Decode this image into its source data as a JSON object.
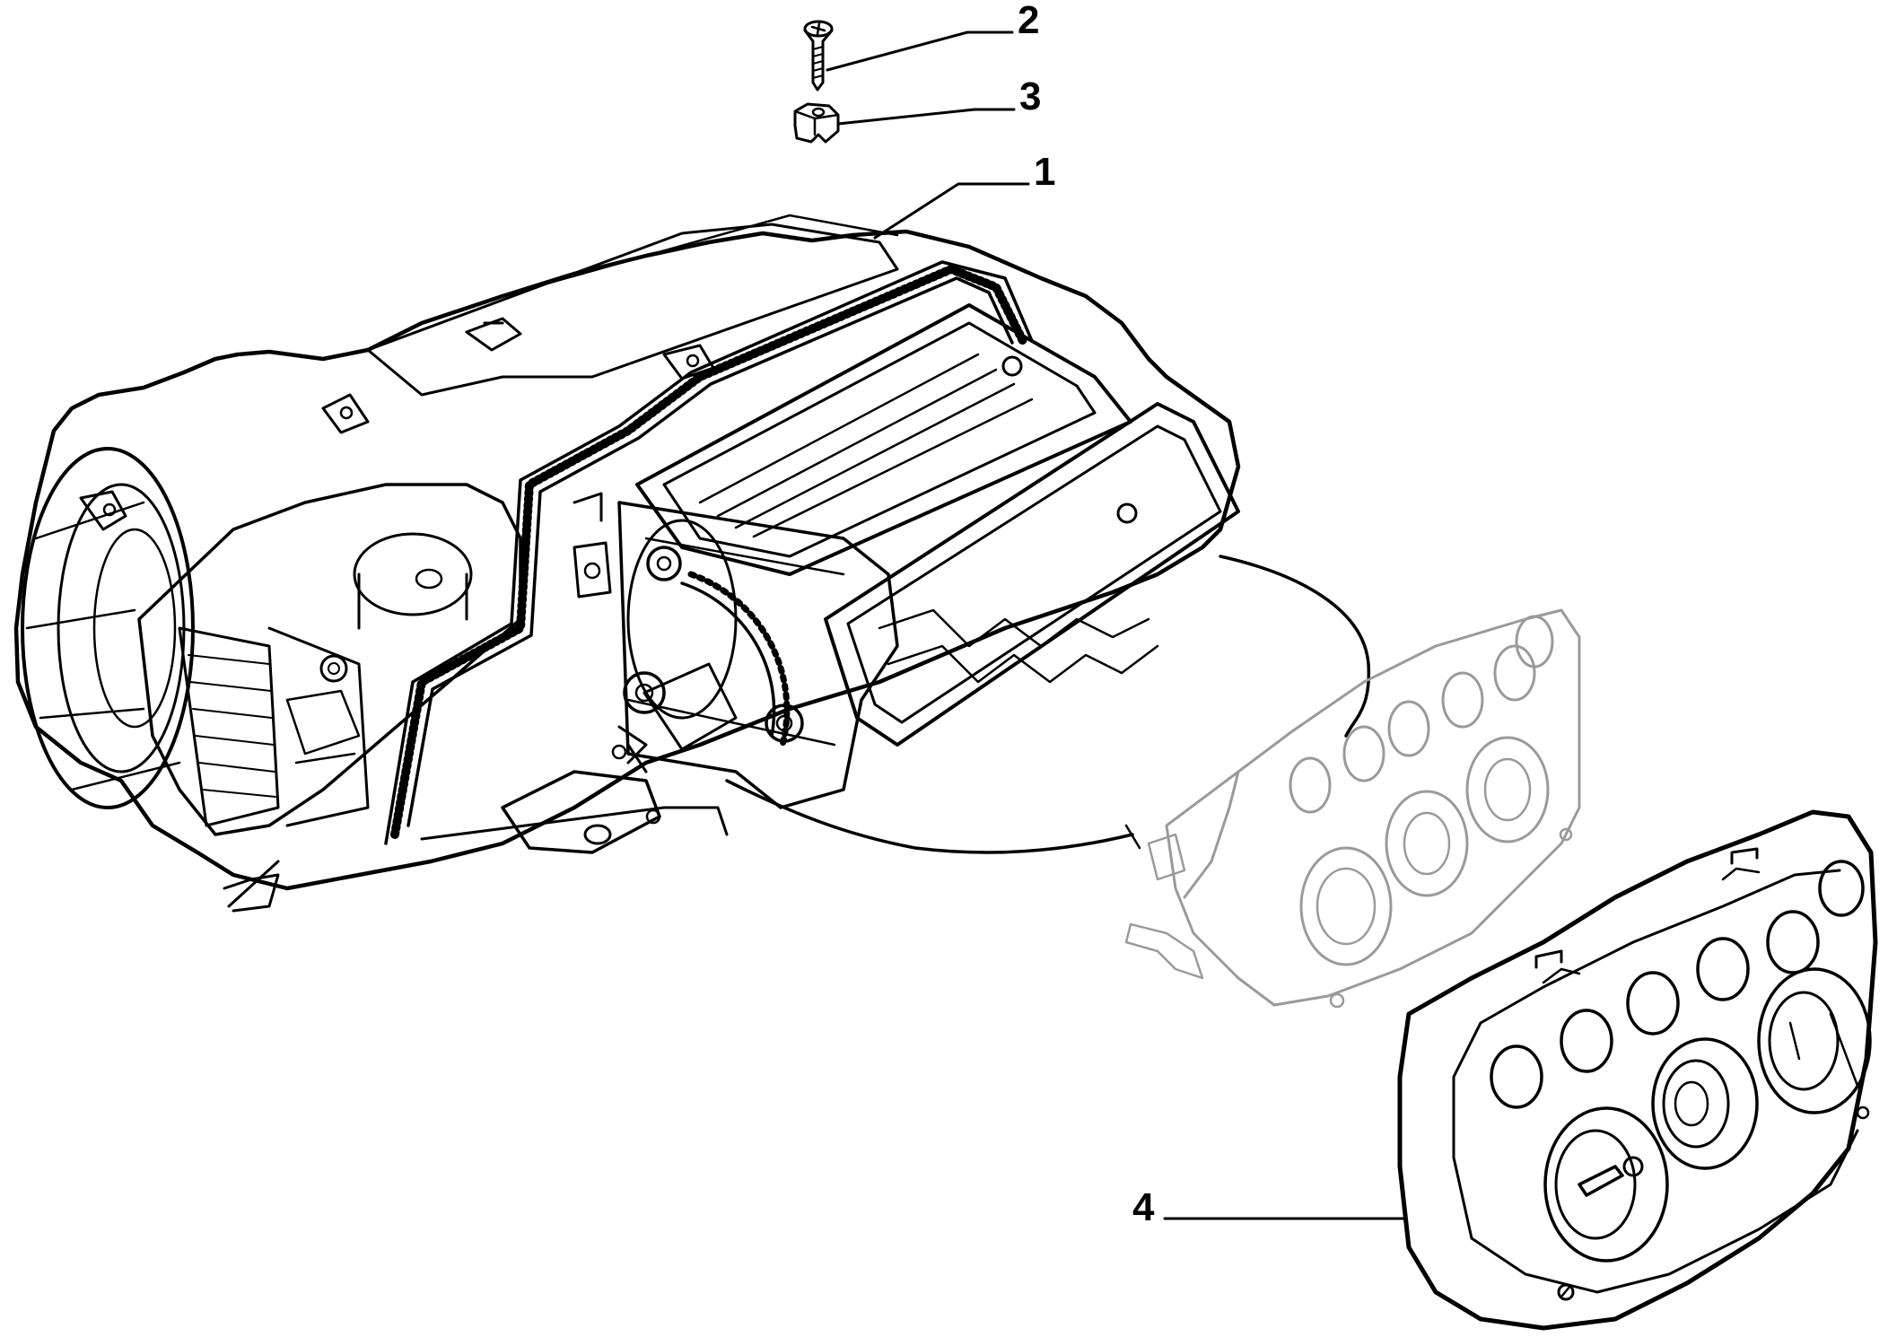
{
  "callouts": [
    {
      "id": "1",
      "label": "1",
      "part": "heater-unit"
    },
    {
      "id": "2",
      "label": "2",
      "part": "screw"
    },
    {
      "id": "3",
      "label": "3",
      "part": "clip-nut"
    },
    {
      "id": "4",
      "label": "4",
      "part": "control-panel"
    }
  ],
  "colors": {
    "ink": "#000000",
    "ghost": "#9a9a9a",
    "background": "#ffffff"
  }
}
